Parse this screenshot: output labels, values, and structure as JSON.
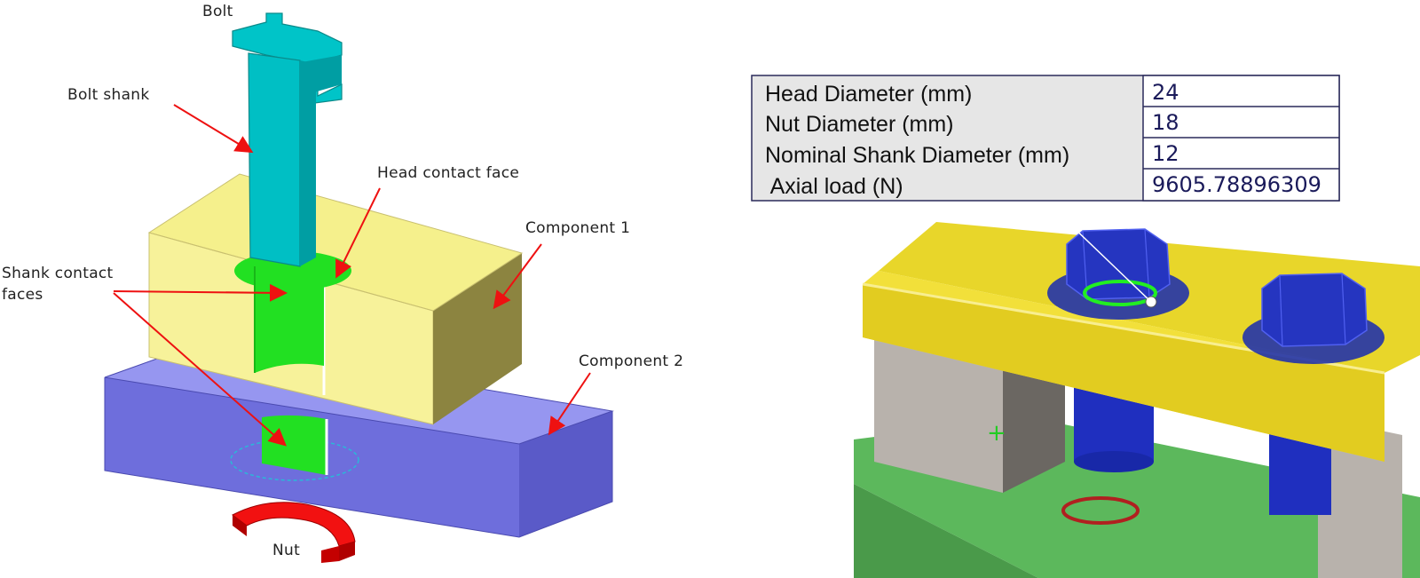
{
  "left_diagram": {
    "labels": {
      "bolt": "Bolt",
      "bolt_shank": "Bolt shank",
      "head_contact_face": "Head contact face",
      "component_1": "Component 1",
      "shank_contact_faces_line1": "Shank contact",
      "shank_contact_faces_line2": "faces",
      "component_2": "Component 2",
      "nut": "Nut"
    },
    "colors": {
      "bolt": "#00BFC4",
      "component_1": "#F5F08C",
      "component_2": "#7B7BE0",
      "contact_face": "#22E022",
      "nut": "#EE1111",
      "arrow": "#EE1111"
    }
  },
  "bolt_table": {
    "rows": [
      {
        "label": "Head Diameter (mm)",
        "value": "24"
      },
      {
        "label": "Nut Diameter (mm)",
        "value": "18"
      },
      {
        "label": "Nominal Shank Diameter (mm)",
        "value": "12"
      },
      {
        "label": " Axial load (N)",
        "value": "9605.78896309"
      }
    ]
  },
  "right_model": {
    "colors": {
      "top_plate": "#E8D62A",
      "bottom_plate": "#58B158",
      "bolt": "#2030C0",
      "spacer": "#B5AFA8"
    }
  }
}
